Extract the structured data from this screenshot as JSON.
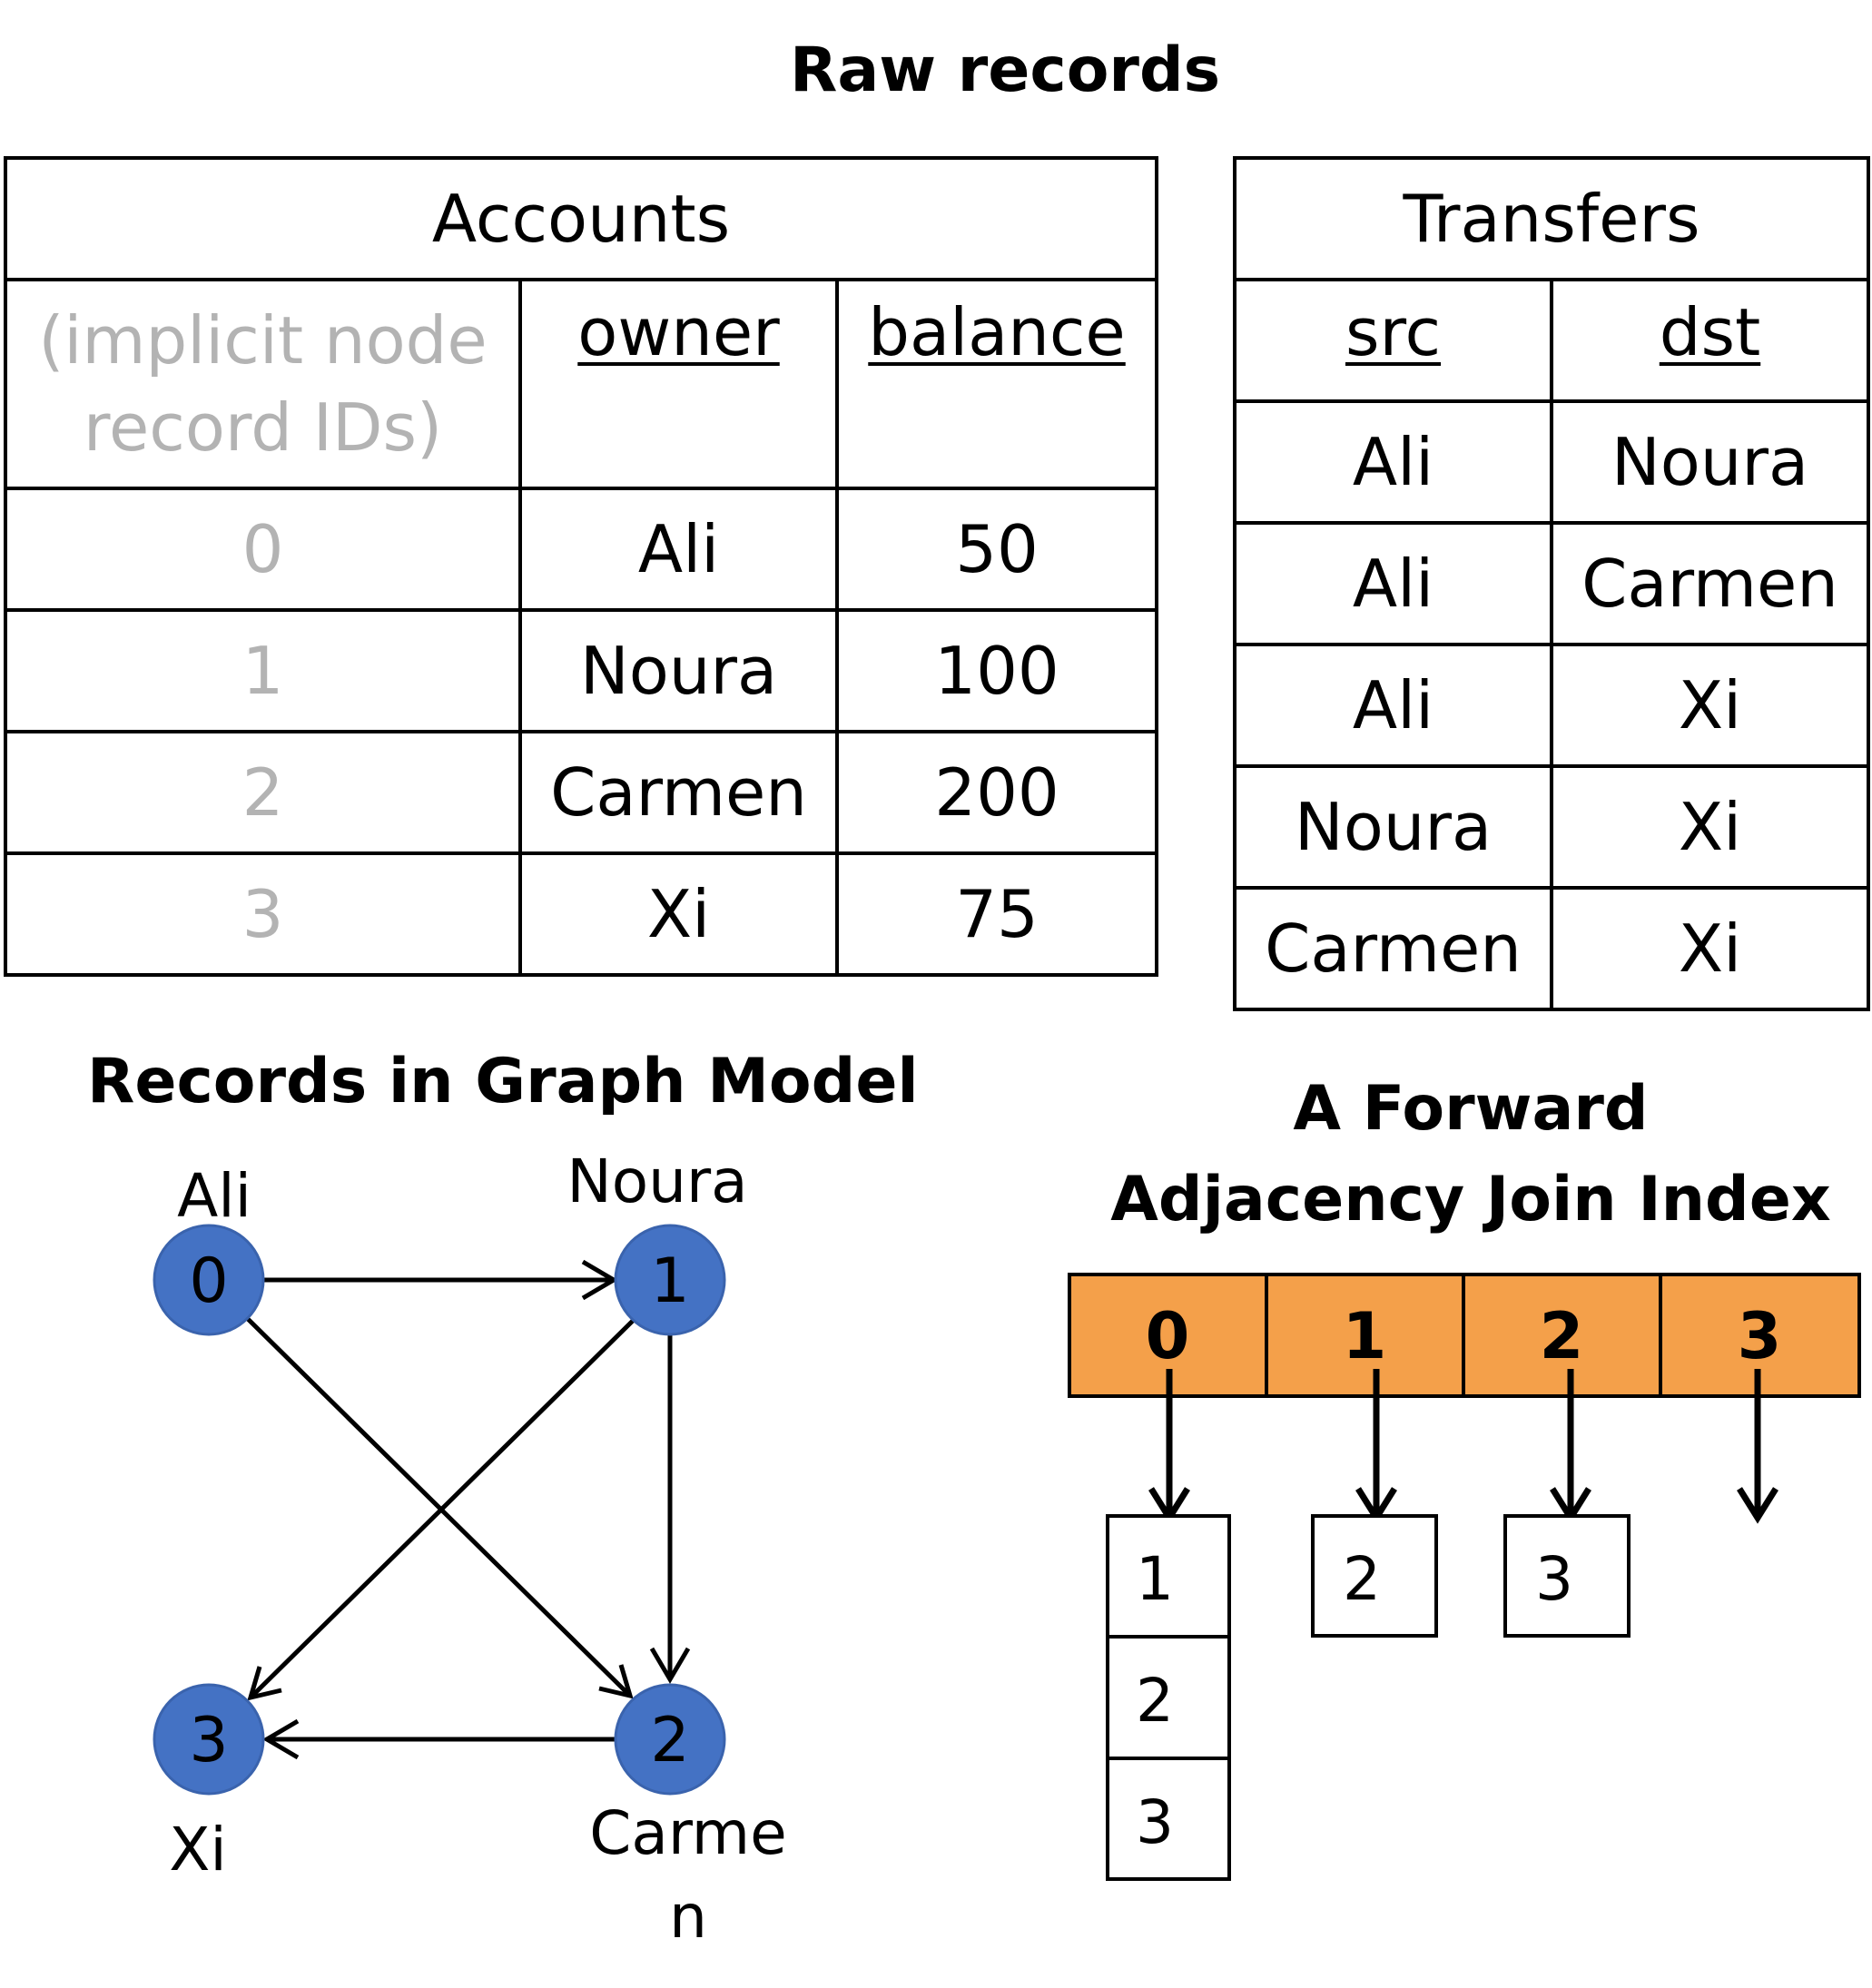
{
  "titles": {
    "raw": "Raw records",
    "graph": "Records in Graph Model",
    "index_line1": "A Forward",
    "index_line2": "Adjacency Join Index"
  },
  "accounts": {
    "title": "Accounts",
    "implicit_line1": "(implicit node",
    "implicit_line2": "record IDs)",
    "col_owner": "owner",
    "col_balance": "balance",
    "rows": [
      {
        "id": "0",
        "owner": "Ali",
        "balance": "50"
      },
      {
        "id": "1",
        "owner": "Noura",
        "balance": "100"
      },
      {
        "id": "2",
        "owner": "Carmen",
        "balance": "200"
      },
      {
        "id": "3",
        "owner": "Xi",
        "balance": "75"
      }
    ]
  },
  "transfers": {
    "title": "Transfers",
    "col_src": "src",
    "col_dst": "dst",
    "rows": [
      {
        "src": "Ali",
        "dst": "Noura"
      },
      {
        "src": "Ali",
        "dst": "Carmen"
      },
      {
        "src": "Ali",
        "dst": "Xi"
      },
      {
        "src": "Noura",
        "dst": "Xi"
      },
      {
        "src": "Carmen",
        "dst": "Xi"
      }
    ]
  },
  "graph": {
    "nodes": [
      {
        "id": "0",
        "label": "Ali"
      },
      {
        "id": "1",
        "label": "Noura"
      },
      {
        "id": "2",
        "label_line1": "Carme",
        "label_line2": "n"
      },
      {
        "id": "3",
        "label": "Xi"
      }
    ],
    "edges": [
      {
        "from": "0",
        "to": "1"
      },
      {
        "from": "0",
        "to": "2"
      },
      {
        "from": "1",
        "to": "3"
      },
      {
        "from": "1",
        "to": "2"
      },
      {
        "from": "2",
        "to": "3"
      }
    ],
    "node_color": "#4472c4"
  },
  "index": {
    "cells": [
      "0",
      "1",
      "2",
      "3"
    ],
    "cell_color": "#f4a04a",
    "lists": [
      [
        "1",
        "2",
        "3"
      ],
      [
        "2"
      ],
      [
        "3"
      ],
      []
    ]
  }
}
